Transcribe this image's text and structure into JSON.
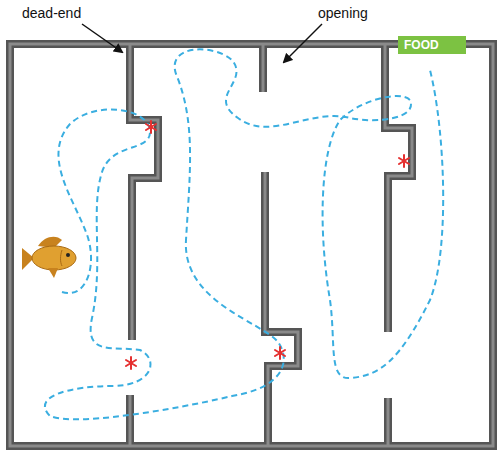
{
  "diagram": {
    "nodes": [
      {
        "text": [
          "FOOD"
        ]
      }
    ],
    "labels": [
      "dead-end",
      "opening"
    ]
  }
}
